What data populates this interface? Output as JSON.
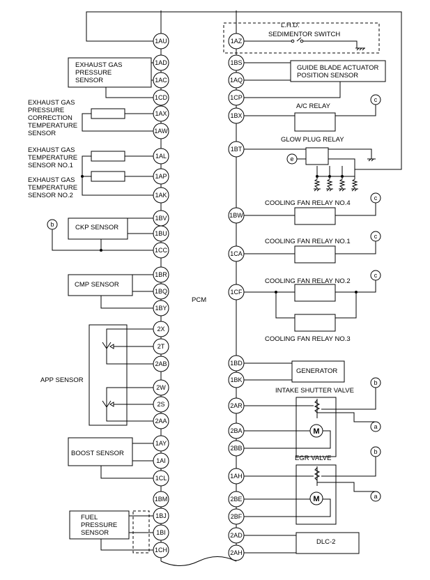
{
  "pcm": {
    "label": "PCM"
  },
  "left_pins": [
    "1AU",
    "1AD",
    "1AC",
    "1CD",
    "1AX",
    "1AW",
    "1AL",
    "1AP",
    "1AK",
    "1BV",
    "1BU",
    "1CC",
    "1BR",
    "1BQ",
    "1BY",
    "2X",
    "2T",
    "2AB",
    "2W",
    "2S",
    "2AA",
    "1AY",
    "1AI",
    "1CL",
    "1BM",
    "1BJ",
    "1BI",
    "1CH"
  ],
  "right_pins": [
    "1AZ",
    "1BS",
    "1AQ",
    "1CP",
    "1BX",
    "1BT",
    "1BW",
    "1CA",
    "1CF",
    "1BD",
    "1BK",
    "2AR",
    "2BA",
    "2BB",
    "1AH",
    "2BE",
    "2BF",
    "2AD",
    "2AH"
  ],
  "components": {
    "lhd": "L.H.D.",
    "sedimentor_switch": "SEDIMENTOR SWITCH",
    "exhaust_gas_pressure_sensor": [
      "EXHAUST GAS",
      "PRESSURE",
      "SENSOR"
    ],
    "exhaust_gas_pressure_correction_temp_sensor": [
      "EXHAUST GAS",
      "PRESSURE",
      "CORRECTION",
      "TEMPERATURE",
      "SENSOR"
    ],
    "exhaust_gas_temp_sensor_1": [
      "EXHAUST GAS",
      "TEMPERATURE",
      "SENSOR NO.1"
    ],
    "exhaust_gas_temp_sensor_2": [
      "EXHAUST GAS",
      "TEMPERATURE",
      "SENSOR NO.2"
    ],
    "ckp_sensor": "CKP SENSOR",
    "cmp_sensor": "CMP SENSOR",
    "app_sensor": "APP SENSOR",
    "boost_sensor": "BOOST SENSOR",
    "fuel_pressure_sensor": [
      "FUEL",
      "PRESSURE",
      "SENSOR"
    ],
    "guide_blade_sensor": [
      "GUIDE BLADE ACTUATOR",
      "POSITION SENSOR"
    ],
    "ac_relay": "A/C RELAY",
    "glow_plug_relay": "GLOW PLUG RELAY",
    "cooling_fan_relay_4": "COOLING FAN RELAY NO.4",
    "cooling_fan_relay_1": "COOLING FAN RELAY NO.1",
    "cooling_fan_relay_2": "COOLING FAN RELAY NO.2",
    "cooling_fan_relay_3": "COOLING FAN RELAY NO.3",
    "generator": "GENERATOR",
    "intake_shutter_valve": "INTAKE SHUTTER VALVE",
    "egr_valve": "EGR VALVE",
    "dlc2": "DLC-2"
  },
  "connectors": {
    "a": "a",
    "b": "b",
    "c": "c",
    "e": "e"
  },
  "motor_symbol": "M"
}
